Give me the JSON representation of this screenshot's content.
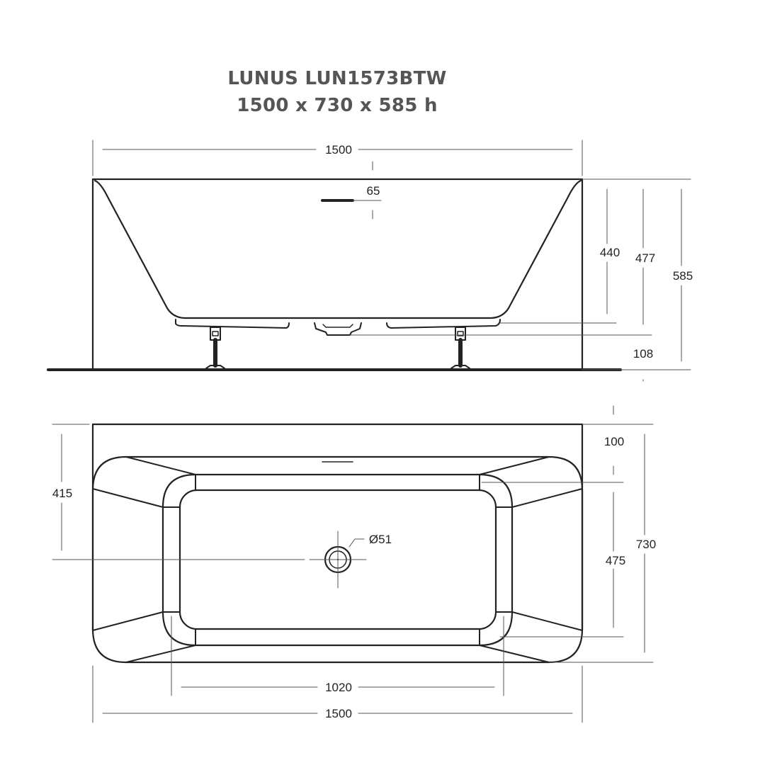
{
  "title": {
    "line1": "LUNUS LUN1573BTW",
    "line2": "1500 x 730 x 585 h",
    "color": "#555555"
  },
  "colors": {
    "outline": "#222222",
    "dimension_line": "#555555",
    "label": "#222222"
  },
  "side_view": {
    "width_label": "1500",
    "overflow_label": "65",
    "depth_label": "440",
    "rim_to_drain_label": "477",
    "total_height_label": "585",
    "base_clearance_label": "108"
  },
  "top_view": {
    "rim_offset_label": "100",
    "center_offset_label": "415",
    "drain_diameter_label": "Ø51",
    "inner_depth_label": "475",
    "total_width_label": "730",
    "inner_length_label": "1020",
    "length_label": "1500"
  }
}
